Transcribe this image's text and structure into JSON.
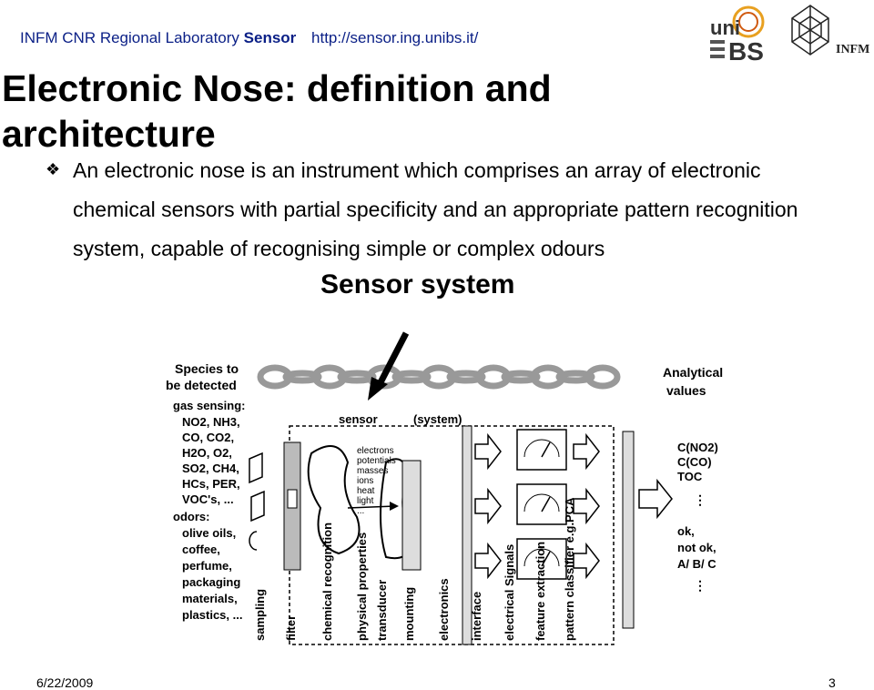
{
  "header": {
    "lab": "INFM CNR Regional Laboratory ",
    "lab_strong": "Sensor",
    "url": "http://sensor.ing.unibs.it/"
  },
  "logos": {
    "unibs_text": "uni BS",
    "infm_text": "INFM"
  },
  "slide": {
    "title": "Electronic Nose: definition and architecture",
    "bullet": "An electronic nose is an instrument which comprises an array of electronic chemical sensors with partial specificity and an appropriate pattern recognition system, capable of recognising simple or complex odours",
    "overlay_heading": "Sensor system"
  },
  "diagram": {
    "species_title": [
      "Species to",
      "be detected"
    ],
    "gas_sensing_label": "gas sensing:",
    "gases": [
      "NO2, NH3,",
      "CO, CO2,",
      "H2O, O2,",
      "SO2, CH4,",
      "HCs, PER,",
      "VOC's, ..."
    ],
    "odors_label": "odors:",
    "odors": [
      "olive oils,",
      "coffee,",
      "perfume,",
      "packaging",
      "materials,",
      "plastics, ..."
    ],
    "analytical_title": [
      "Analytical",
      "values"
    ],
    "outputs": [
      "C(NO2)",
      "C(CO)",
      "TOC"
    ],
    "outputs2": [
      "ok,",
      "not ok,",
      "A/ B/ C"
    ],
    "sensor_label": "sensor",
    "system_label": "(system)",
    "signals": [
      "electrons",
      "potentials",
      "masses",
      "ions",
      "heat",
      "light",
      "..."
    ],
    "stages": [
      "sampling",
      "filter",
      "chemical recognition",
      "physical properties",
      "transducer",
      "mounting",
      "electronics",
      "interface",
      "electrical Signals",
      "feature extraction",
      "pattern classifier e.g.PCA"
    ]
  },
  "footer": {
    "date": "6/22/2009",
    "page": "3"
  }
}
